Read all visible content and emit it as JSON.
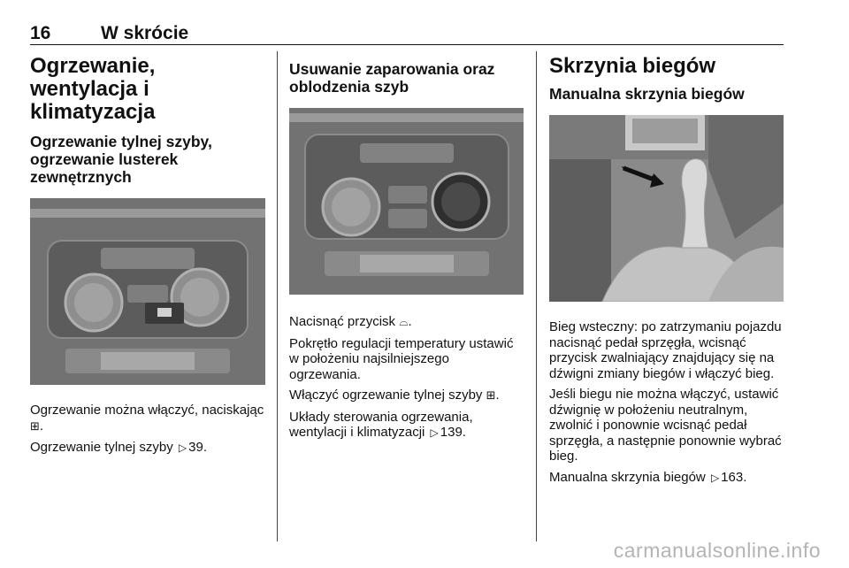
{
  "header": {
    "page_number": "16",
    "title": "W skrócie"
  },
  "col1": {
    "heading": "Ogrzewanie, wentylacja i klimatyzacja",
    "subheading": "Ogrzewanie tylnej szyby, ogrzewanie lusterek zewnętrznych",
    "para1_text": "Ogrzewanie można włączyć, naciskając",
    "para1_end": ".",
    "para2_text": "Ogrzewanie tylnej szyby",
    "para2_ref": "39."
  },
  "col2": {
    "subheading": "Usuwanie zaparowania oraz oblodzenia szyb",
    "para1_text": "Nacisnąć przycisk",
    "para1_end": ".",
    "para2": "Pokrętło regulacji temperatury ustawić w położeniu najsilniejszego ogrzewania.",
    "para3_text": "Włączyć ogrzewanie tylnej szyby",
    "para3_end": ".",
    "para4_text": "Układy sterowania ogrzewania, wentylacji i klimatyzacji",
    "para4_ref": "139."
  },
  "col3": {
    "heading": "Skrzynia biegów",
    "subheading": "Manualna skrzynia biegów",
    "para1": "Bieg wsteczny: po zatrzymaniu pojazdu nacisnąć pedał sprzęgła, wcisnąć przycisk zwalniający znajdujący się na dźwigni zmiany biegów i włączyć bieg.",
    "para2": "Jeśli biegu nie można włączyć, ustawić dźwignię w położeniu neutralnym, zwolnić i ponownie wcisnąć pedał sprzęgła, a następnie ponownie wybrać bieg.",
    "para3_text": "Manualna skrzynia biegów",
    "para3_ref": "163."
  },
  "symbols": {
    "rear_heat": "⊞",
    "windscreen_defrost": "⌓",
    "xref_arrow": "▷"
  },
  "watermark": "carmanualsonline.info"
}
